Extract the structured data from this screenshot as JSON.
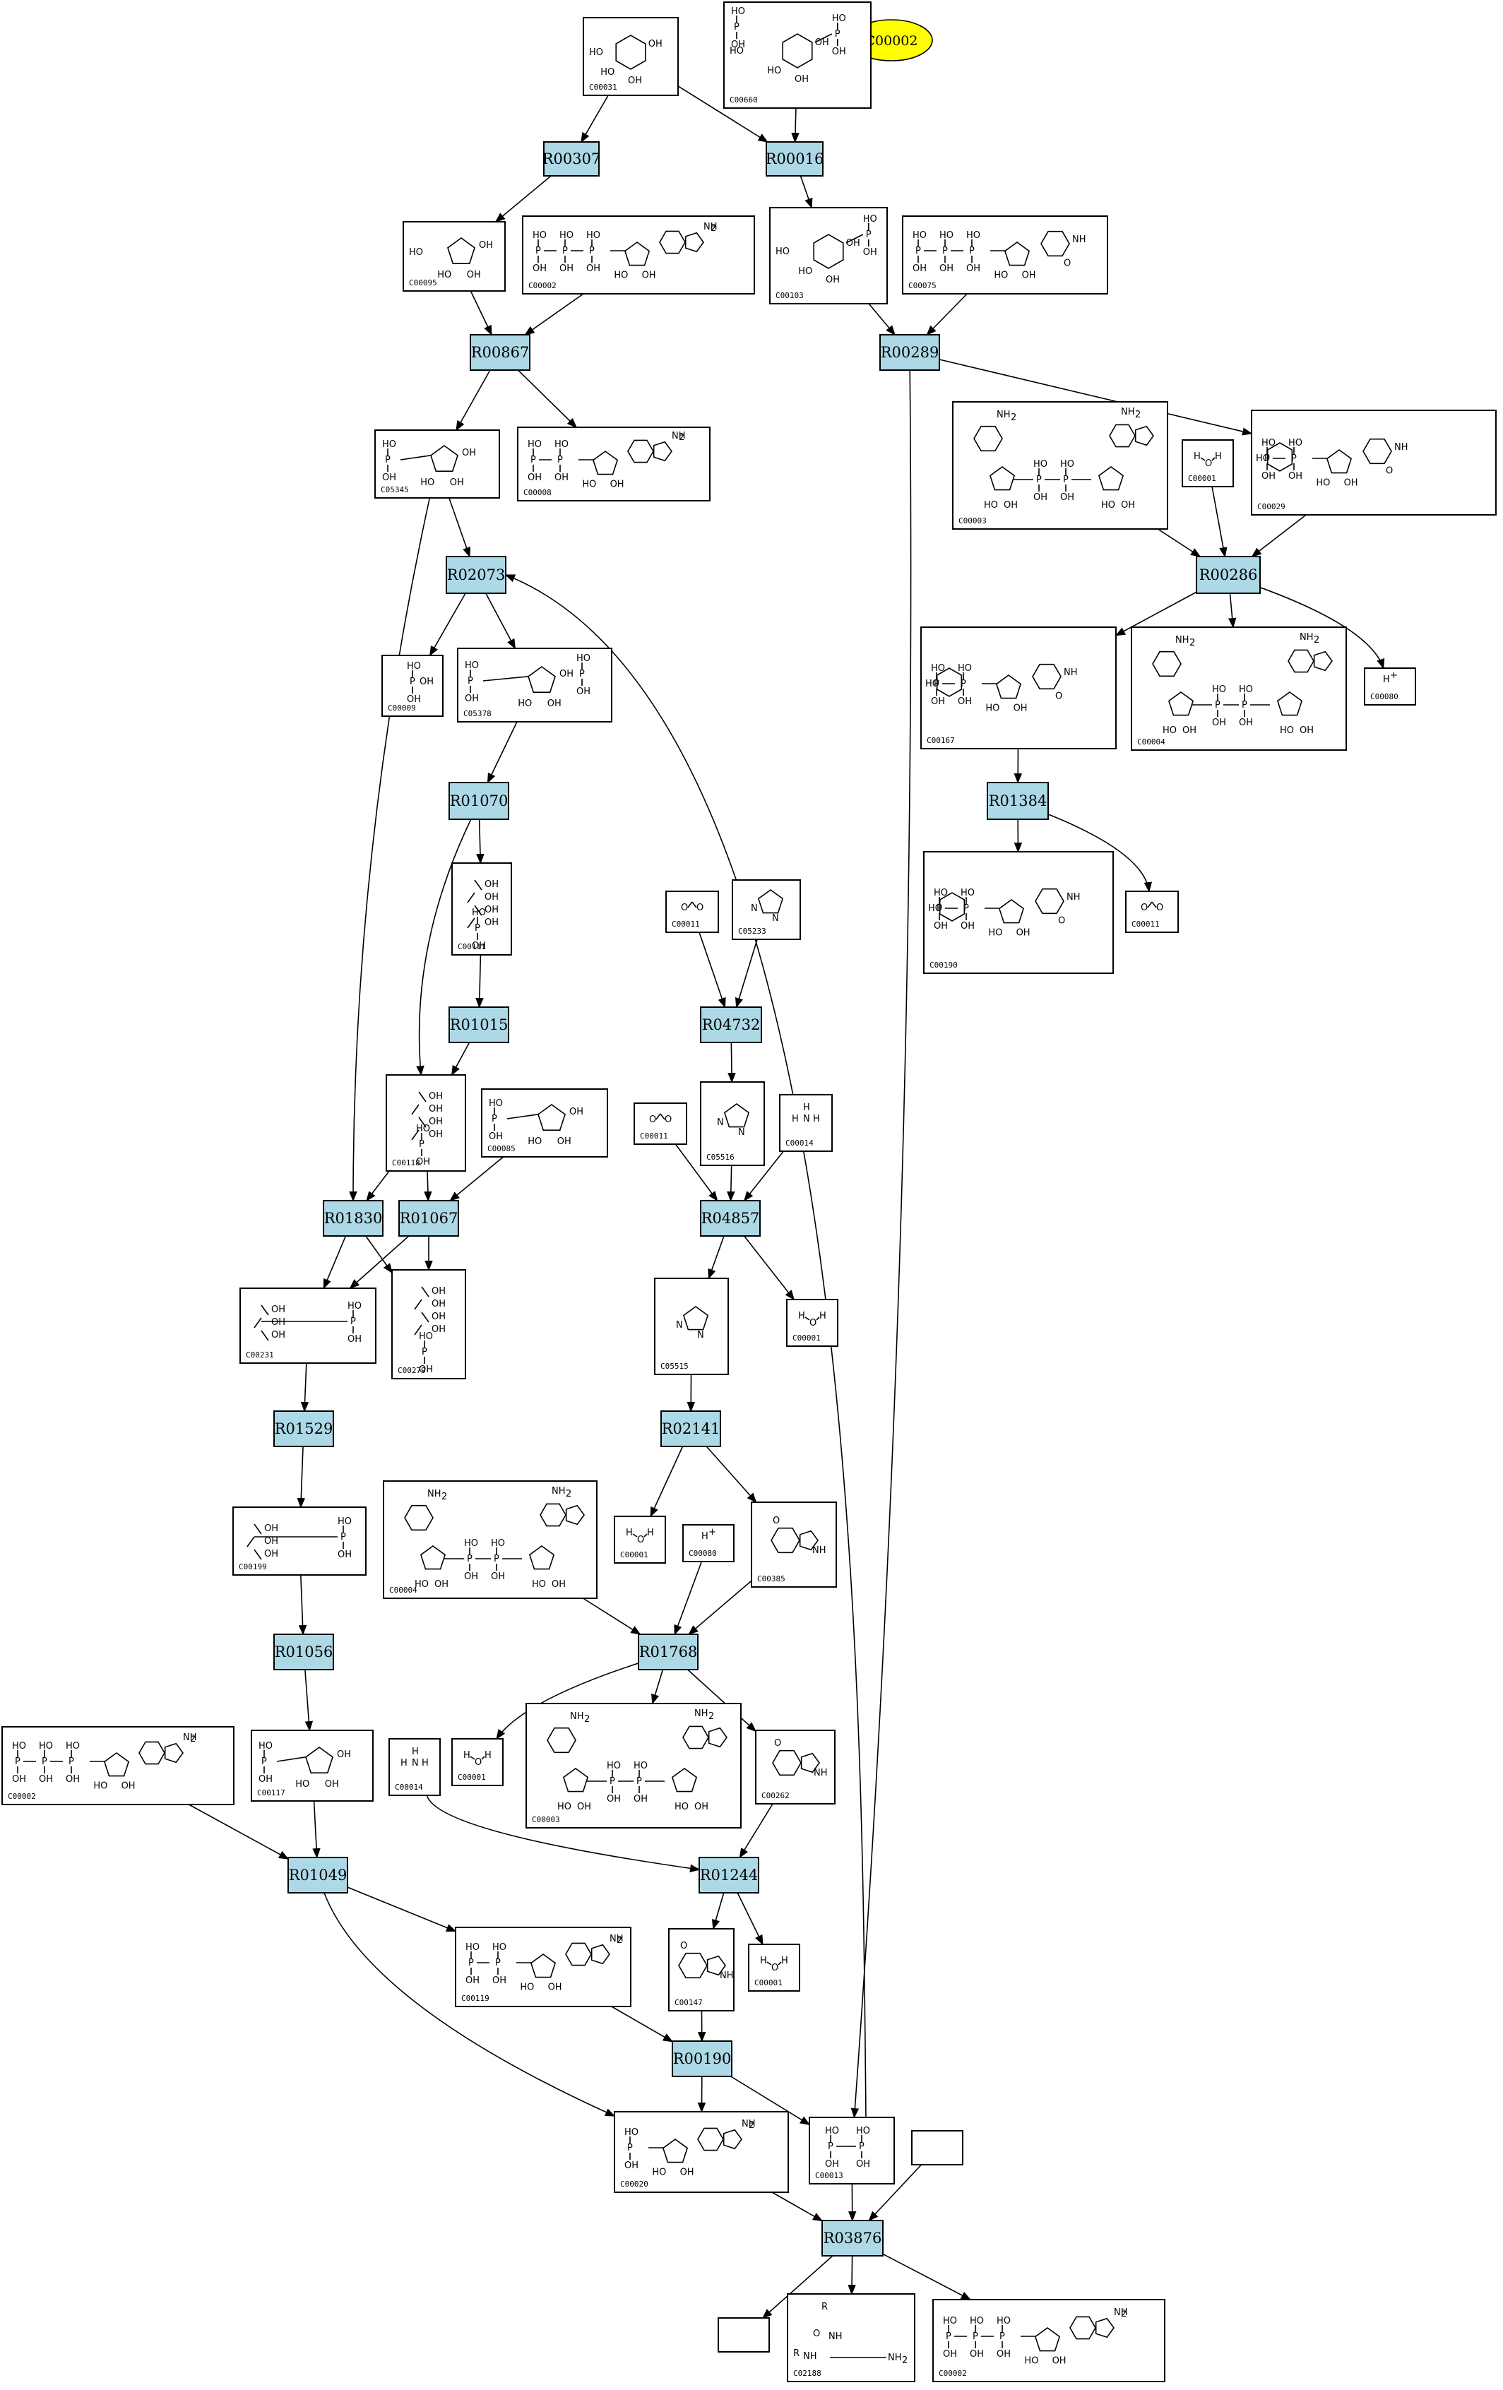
{
  "diagram": {
    "highlight_compound": "C00002",
    "reactions": [
      "R00307",
      "R00016",
      "R00867",
      "R00289",
      "R02073",
      "R00286",
      "R01384",
      "R01070",
      "R04732",
      "R01015",
      "R04857",
      "R01830",
      "R01067",
      "R02141",
      "R01529",
      "R01056",
      "R01768",
      "R01049",
      "R01244",
      "R00190",
      "R03876"
    ],
    "compounds": [
      "C00031",
      "C00660",
      "C00095",
      "C00002",
      "C00103",
      "C00075",
      "C05345",
      "C00008",
      "C00003",
      "C00001",
      "C00029",
      "C00009",
      "C05378",
      "C00167",
      "C00004",
      "C00080",
      "C00111",
      "C00011",
      "C05233",
      "C00190",
      "C00118",
      "C00085",
      "C05516",
      "C00014",
      "C00231",
      "C00279",
      "C05515",
      "C00199",
      "C00385",
      "C00117",
      "C00262",
      "C00119",
      "C00147",
      "C00020",
      "C00013",
      "C02188"
    ],
    "colors": {
      "reaction_fill": "#add8e6",
      "highlight_fill": "#ffff00"
    }
  }
}
